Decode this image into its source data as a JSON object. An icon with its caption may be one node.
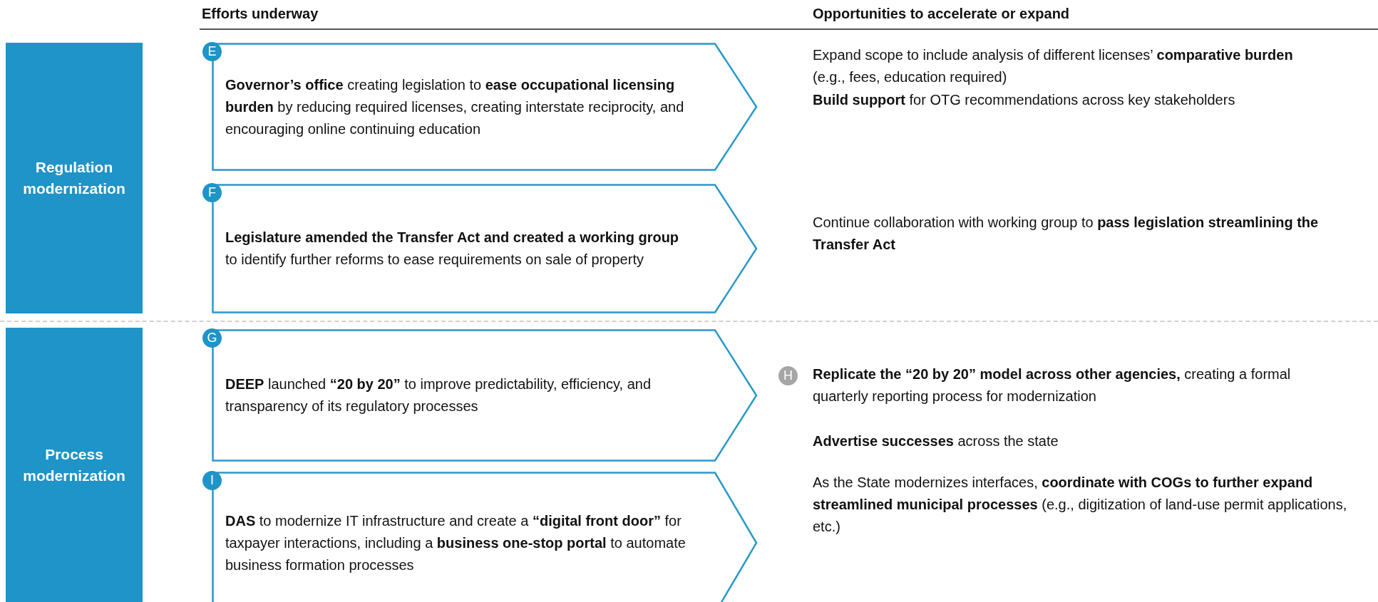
{
  "diagram": {
    "nodes": [
      {
        "text": [
          "Regulation modernization"
        ]
      },
      {
        "text": [
          "E"
        ]
      },
      {
        "text": [
          "**Governor’s office** creating legislation to **ease occupational licensing burden** by reducing required licenses, creating interstate reciprocity, and encouraging online continuing education"
        ]
      },
      {
        "text": [
          "F"
        ]
      },
      {
        "text": [
          "**Legislature amended the Transfer Act and created a working group** to identify further reforms to ease requirements on sale of property"
        ]
      },
      {
        "text": [
          "Process modernization"
        ]
      },
      {
        "text": [
          "G"
        ]
      },
      {
        "text": [
          "**DEEP** launched **“20 by 20”** to improve predictability, efficiency, and transparency of its regulatory processes"
        ]
      },
      {
        "text": [
          "I"
        ]
      },
      {
        "text": [
          "**DAS** to modernize IT infrastructure and create a **“digital front door”** for taxpayer interactions, including a **business one-stop portal** to automate business formation processes"
        ]
      },
      {
        "text": [
          "H"
        ]
      }
    ],
    "labels": [
      "Efforts underway",
      "Opportunities to accelerate or expand",
      "Expand scope to include analysis of different licenses’ **comparative burden** (e.g., fees, education required)",
      "**Build support** for OTG recommendations across key stakeholders",
      "Continue collaboration with working group to **pass legislation streamlining the Transfer Act**",
      "**Replicate the “20 by 20” model across other agencies,** creating a formal quarterly reporting process for modernization",
      "**Advertise successes** across the state",
      "As the State modernizes interfaces, **coordinate with COGs to further expand streamlined municipal processes** (e.g., digitization of land-use permit applications, etc.)"
    ]
  }
}
